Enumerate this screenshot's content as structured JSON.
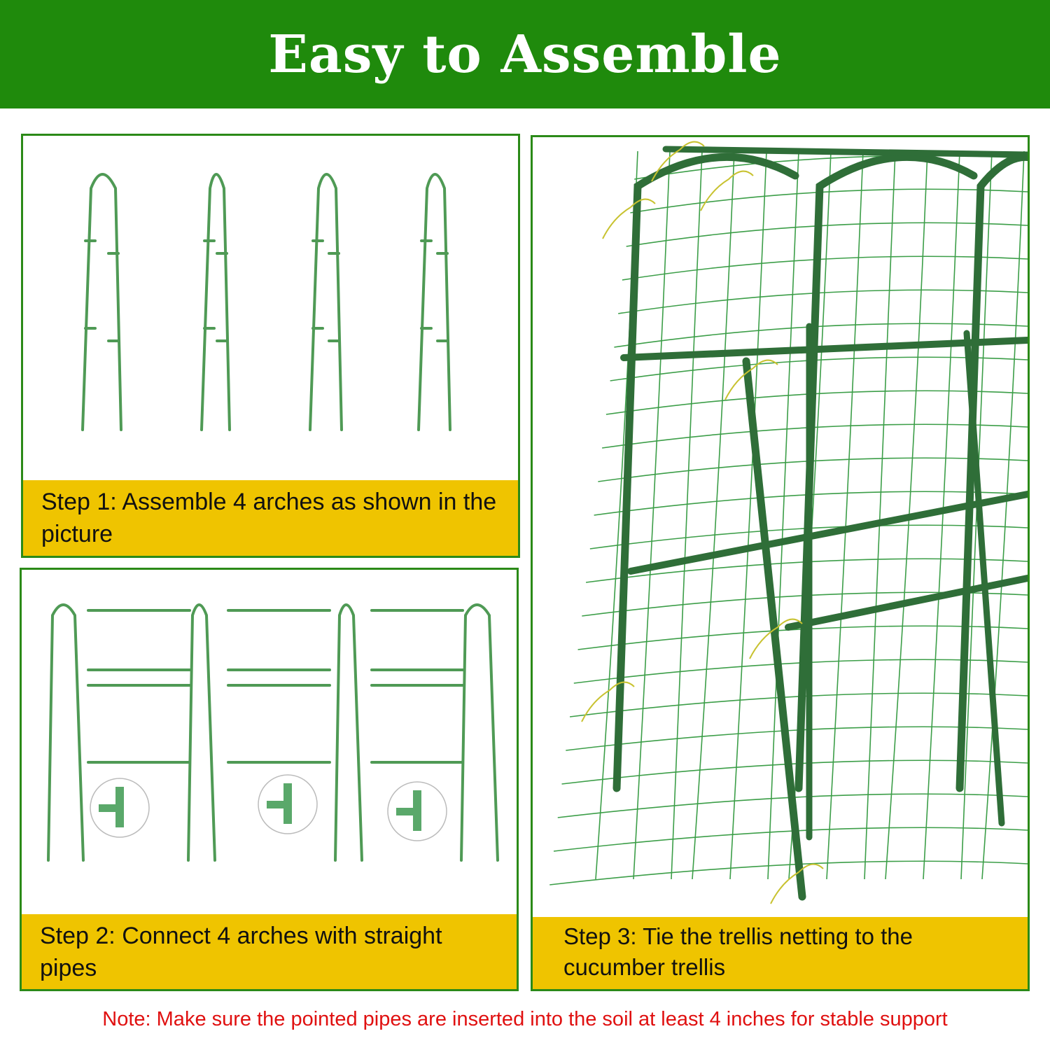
{
  "header": {
    "title": "Easy to Assemble"
  },
  "steps": [
    {
      "text": "Step 1: Assemble 4 arches as shown in the picture"
    },
    {
      "text": "Step 2: Connect 4 arches with straight pipes"
    },
    {
      "text": "Step 3:  Tie the trellis netting to the cucumber trellis"
    }
  ],
  "note": {
    "text": "Note: Make sure the pointed pipes are inserted into the soil at least 4 inches for stable support"
  },
  "colors": {
    "header_bg": "#1f8a0c",
    "panel_border": "#2b8a18",
    "caption_bg": "#efc400",
    "pipe_green": "#4f9a55",
    "frame_green": "#2f6e38",
    "net_green": "#3c9e48",
    "tie_yellow": "#c8c230",
    "note_red": "#e01010"
  }
}
